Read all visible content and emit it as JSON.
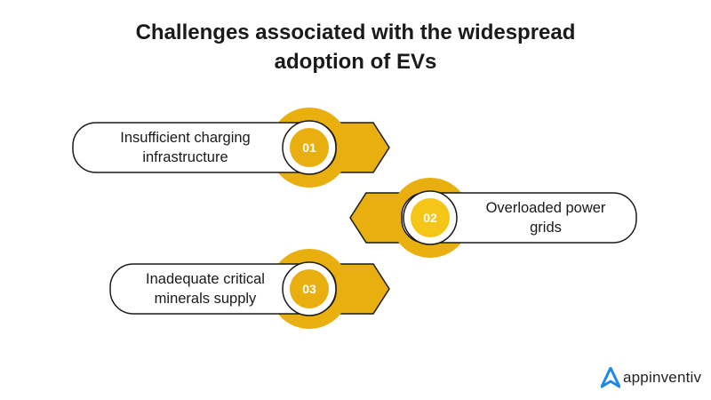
{
  "title": {
    "line1": "Challenges associated with the widespread",
    "line2": "adoption of EVs"
  },
  "items": [
    {
      "number": "01",
      "line1": "Insufficient charging",
      "line2": "infrastructure"
    },
    {
      "number": "02",
      "line1": "Overloaded power",
      "line2": "grids"
    },
    {
      "number": "03",
      "line1": "Inadequate critical",
      "line2": "minerals supply"
    }
  ],
  "colors": {
    "accent": "#E9AF0F",
    "accent_light": "#F5C518",
    "outline": "#1a1a1a"
  },
  "brand": {
    "name": "appinventiv",
    "icon": "appinventiv-logo-icon"
  }
}
